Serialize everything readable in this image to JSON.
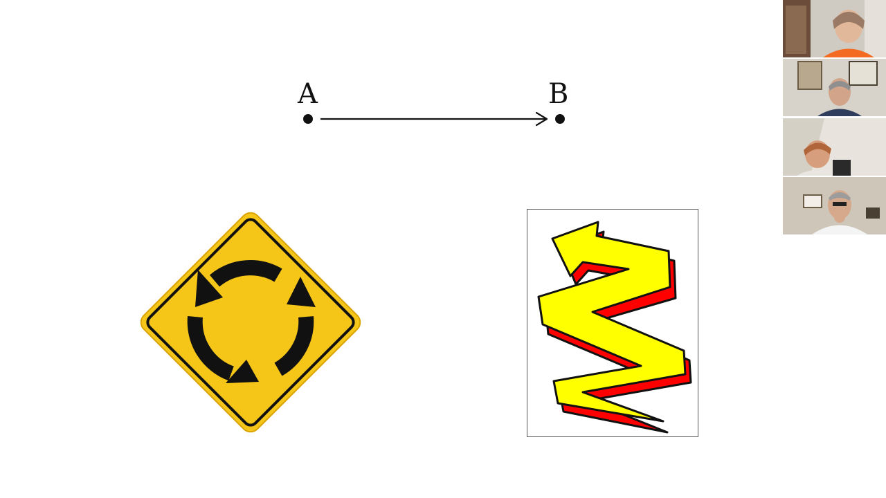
{
  "slide": {
    "point_a_label": "A",
    "point_b_label": "B",
    "icons": {
      "roundabout": "roundabout-sign-icon",
      "zigzag": "zigzag-arrow-icon"
    },
    "colors": {
      "sign_yellow": "#F5C518",
      "sign_black": "#111111",
      "zig_yellow": "#FFFF00",
      "zig_red": "#FF0000"
    }
  },
  "participants": [
    {
      "id": "participant-1"
    },
    {
      "id": "participant-2"
    },
    {
      "id": "participant-3"
    },
    {
      "id": "participant-4"
    }
  ]
}
